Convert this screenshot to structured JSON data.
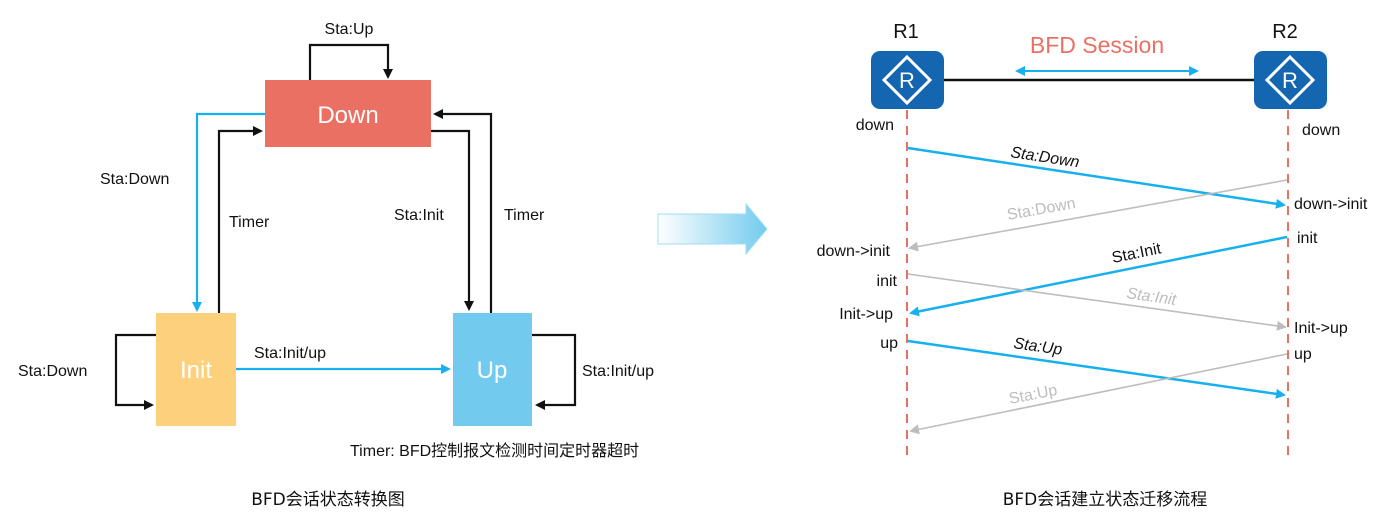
{
  "colors": {
    "down_state": "#EB7064",
    "init_state": "#FDD07C",
    "up_state": "#72CBEE",
    "blue_arrow": "#16B0EF",
    "grey_arrow": "#BDBDBD",
    "router": "#1466B0",
    "lifeline": "#EB7064",
    "session_label": "#EB7064"
  },
  "state_diagram": {
    "states": {
      "down": "Down",
      "init": "Init",
      "up": "Up"
    },
    "transitions": {
      "down_self": "Sta:Up",
      "down_to_init": "Sta:Down",
      "init_to_down": "Timer",
      "down_to_up": "Sta:Init",
      "up_to_down": "Timer",
      "init_self": "Sta:Down",
      "init_to_up": "Sta:Init/up",
      "up_self": "Sta:Init/up"
    },
    "footnote": "Timer: BFD控制报文检测时间定时器超时",
    "caption": "BFD会话状态转换图"
  },
  "sequence_diagram": {
    "r1_label": "R1",
    "r2_label": "R2",
    "session_label": "BFD Session",
    "router_glyph": "R",
    "r1_states": [
      "down",
      "down->init",
      "init",
      "Init->up",
      "up"
    ],
    "r2_states": [
      "down",
      "down->init",
      "init",
      "Init->up",
      "up"
    ],
    "messages": [
      {
        "from": "R1",
        "label": "Sta:Down",
        "style": "blue"
      },
      {
        "from": "R2",
        "label": "Sta:Down",
        "style": "grey"
      },
      {
        "from": "R2",
        "label": "Sta:Init",
        "style": "blue"
      },
      {
        "from": "R1",
        "label": "Sta:Init",
        "style": "grey"
      },
      {
        "from": "R1",
        "label": "Sta:Up",
        "style": "blue"
      },
      {
        "from": "R2",
        "label": "Sta:Up",
        "style": "grey"
      }
    ],
    "caption": "BFD会话建立状态迁移流程"
  }
}
